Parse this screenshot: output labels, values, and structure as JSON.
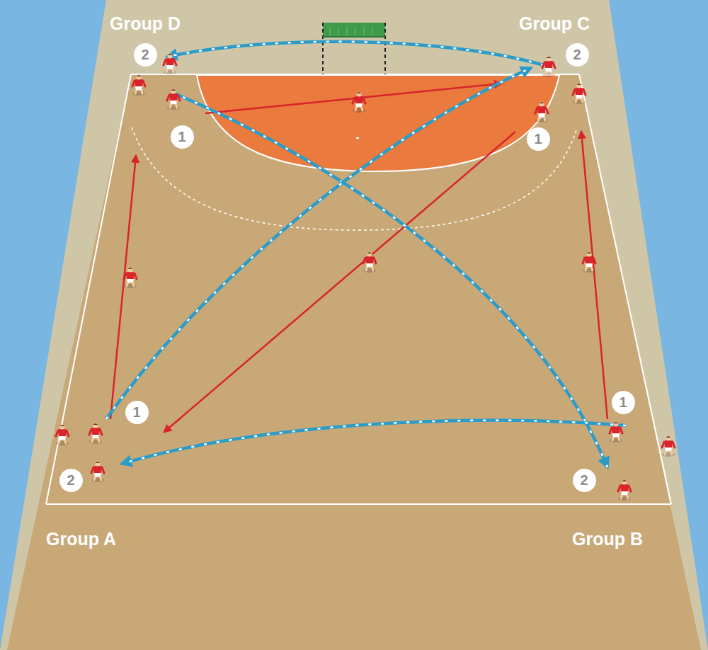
{
  "diagram": {
    "nodes": [
      {
        "text": [
          "2"
        ]
      },
      {
        "text": [
          "2"
        ]
      },
      {
        "text": [
          "1"
        ]
      },
      {
        "text": [
          "1"
        ]
      },
      {
        "text": [
          "1"
        ]
      },
      {
        "text": [
          "1"
        ]
      },
      {
        "text": [
          "2"
        ]
      },
      {
        "text": [
          "2"
        ]
      }
    ],
    "labels": [
      "Group D",
      "Group C",
      "Group A",
      "Group B"
    ]
  }
}
